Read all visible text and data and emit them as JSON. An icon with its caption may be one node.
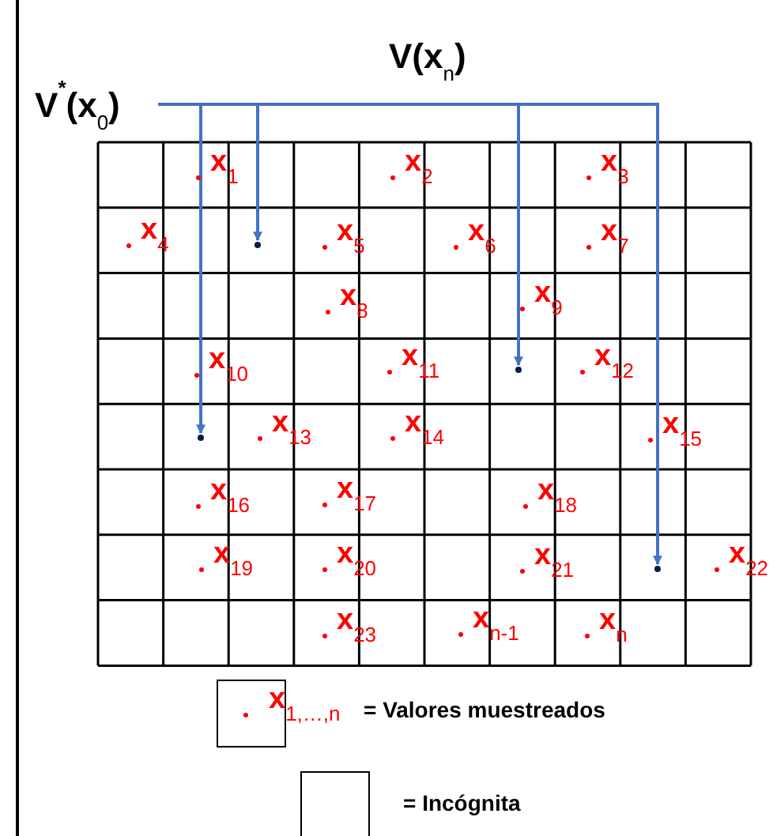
{
  "diagram": {
    "nodes": [
      {
        "text": [
          "V$^{*}$(x$_{0}$)"
        ]
      },
      {
        "text": [],
        "shape": "circle"
      },
      {
        "text": [],
        "shape": "circle"
      },
      {
        "text": [],
        "shape": "circle"
      },
      {
        "text": [],
        "shape": "circle"
      }
    ],
    "edges": [
      {
        "from": 0,
        "to": 1,
        "arrow": "to"
      },
      {
        "from": 0,
        "to": 2,
        "arrow": "to"
      },
      {
        "from": 0,
        "to": 3,
        "arrow": "to"
      },
      {
        "from": 0,
        "to": 4,
        "arrow": "to"
      }
    ],
    "labels": [
      "V(x$_{n}$)",
      "x$_{1}$",
      "x$_{2}$",
      "x$_{3}$",
      "x$_{4}$",
      "x$_{5}$",
      "x$_{6}$",
      "x$_{7}$",
      "x$_{8}$",
      "x$_{9}$",
      "x$_{10}$",
      "x$_{11}$",
      "x$_{12}$",
      "x$_{13}$",
      "x$_{14}$",
      "x$_{15}$",
      "x$_{16}$",
      "x$_{17}$",
      "x$_{18}$",
      "x$_{19}$",
      "x$_{20}$",
      "x$_{21}$",
      "x$_{22}$",
      "x$_{23}$",
      "x$_{n-1}$",
      "x$_{n}$",
      "x$_{1,…,n}$"
    ],
    "legend": [
      {
        "text": "= Valores muestreados"
      },
      {
        "text": "= Incógnita"
      }
    ]
  }
}
